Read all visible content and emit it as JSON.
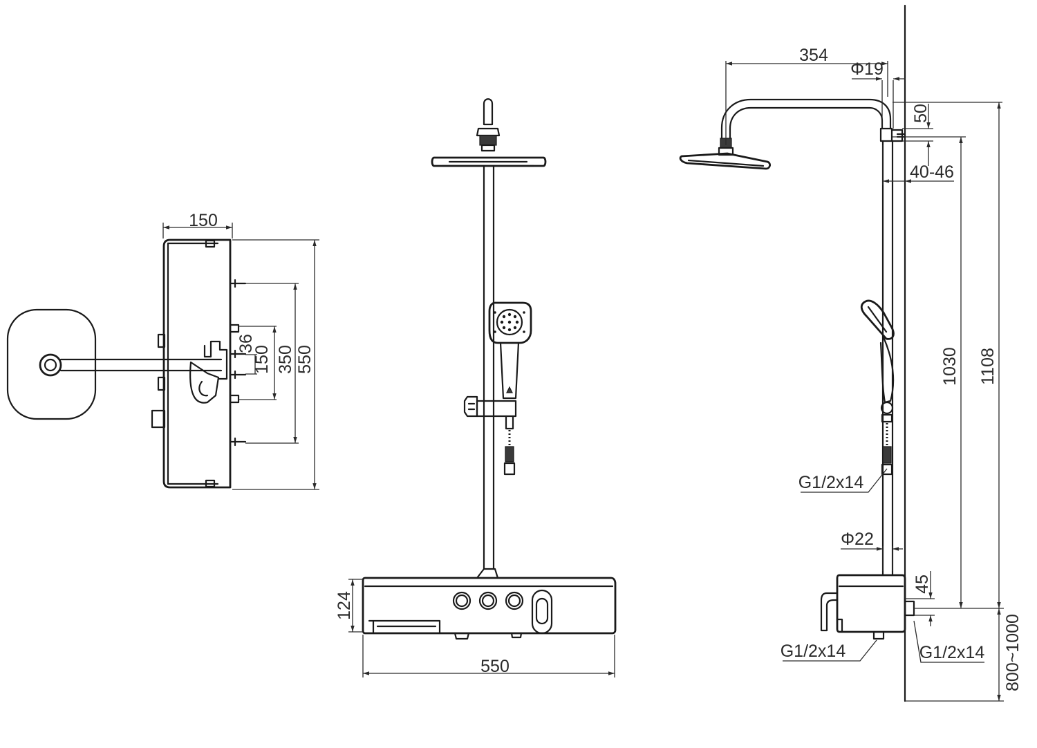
{
  "views": {
    "top": {
      "dims": {
        "width": "150",
        "d36": "36",
        "d150": "150",
        "d350": "350",
        "d550": "550"
      }
    },
    "front": {
      "dims": {
        "height": "124",
        "width": "550"
      }
    },
    "side": {
      "dims": {
        "arm_length": "354",
        "pipe_dia": "Φ19",
        "bracket": "50",
        "wall_gap": "40-46",
        "upper_height": "1030",
        "total_height": "1108",
        "hose_thread": "G1/2x14",
        "lower_pipe_dia": "Φ22",
        "inlet_offset": "45",
        "spout_thread": "G1/2x14",
        "inlet_thread": "G1/2x14",
        "mount_height": "800~1000"
      }
    }
  }
}
